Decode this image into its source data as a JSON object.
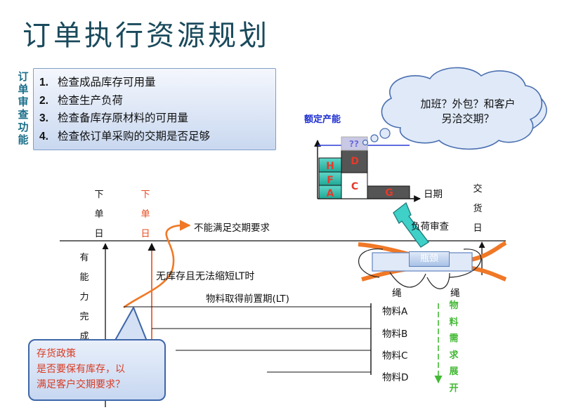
{
  "title": "订单执行资源规划",
  "side_label": [
    "订",
    "单",
    "审",
    "查",
    "功",
    "能"
  ],
  "checklist": [
    {
      "num": "1.",
      "text": "检查成品库存可用量"
    },
    {
      "num": "2.",
      "text": "检查生产负荷"
    },
    {
      "num": "3.",
      "text": "检查备库存原材料的可用量"
    },
    {
      "num": "4.",
      "text": "检查依订单采购的交期是否足够"
    }
  ],
  "capacity_label": "额定产能",
  "bar_labels": {
    "h": "H",
    "f": "F",
    "a": "A",
    "q": "??",
    "d": "D",
    "c": "C",
    "g": "G"
  },
  "date_label": "日期",
  "cloud_text": "加班？外包？和客户另洽交期？",
  "load_check": "负荷审查",
  "bottleneck": "瓶颈",
  "rope_left": "绳",
  "rope_right": "绳",
  "order_day": [
    "下",
    "单",
    "日"
  ],
  "order_day_red": [
    "下",
    "单",
    "日"
  ],
  "delivery_day": [
    "交",
    "货",
    "日"
  ],
  "can_complete": [
    "有",
    "能",
    "力",
    "完",
    "成"
  ],
  "not_meet": "不能满足交期要求",
  "no_stock": "无库存且无法缩短LT时",
  "lead_time": "物料取得前置期(LT)",
  "materials": [
    "物料A",
    "物料B",
    "物料C",
    "物料D"
  ],
  "mrp": [
    "物",
    "料",
    "需",
    "求",
    "展",
    "开"
  ],
  "callout": [
    "存货政策",
    "是否要保有库存，以",
    "满足客户交期要求？"
  ]
}
